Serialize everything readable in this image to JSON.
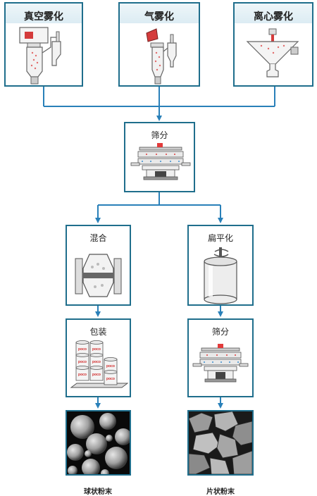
{
  "atomization": {
    "vacuum": "真空雾化",
    "gas": "气雾化",
    "centrifugal": "离心雾化"
  },
  "steps": {
    "sieve": "筛分",
    "mix": "混合",
    "flatten": "扁平化",
    "package": "包装",
    "sieve2": "筛分"
  },
  "drum_label": "poco",
  "outputs": {
    "spherical": "球状粉末",
    "flake": "片状粉末"
  },
  "colors": {
    "frame": "#1f6e8c",
    "arrow": "#2980b9",
    "accent": "#e23b3b"
  }
}
